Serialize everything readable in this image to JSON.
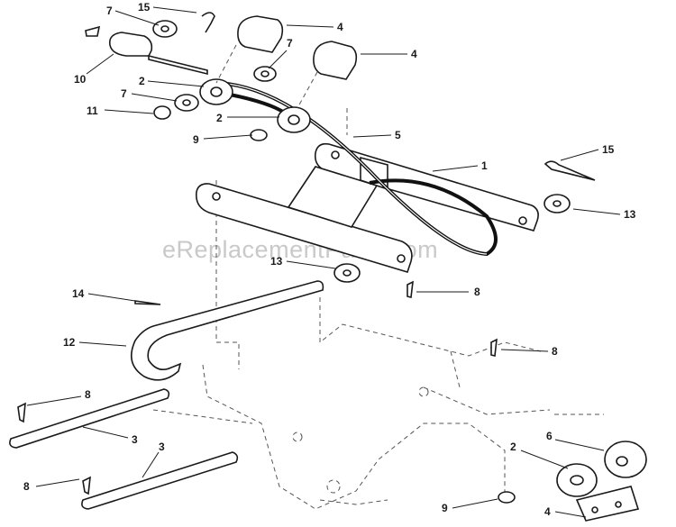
{
  "watermark": "eReplacementParts.com",
  "callouts": [
    {
      "key": "c15a",
      "label": "15"
    },
    {
      "key": "c7a",
      "label": "7"
    },
    {
      "key": "c4a",
      "label": "4"
    },
    {
      "key": "c7b",
      "label": "7"
    },
    {
      "key": "c4b",
      "label": "4"
    },
    {
      "key": "c10",
      "label": "10"
    },
    {
      "key": "c2a",
      "label": "2"
    },
    {
      "key": "c7c",
      "label": "7"
    },
    {
      "key": "c11",
      "label": "11"
    },
    {
      "key": "c2b",
      "label": "2"
    },
    {
      "key": "c9a",
      "label": "9"
    },
    {
      "key": "c5",
      "label": "5"
    },
    {
      "key": "c1",
      "label": "1"
    },
    {
      "key": "c15b",
      "label": "15"
    },
    {
      "key": "c13a",
      "label": "13"
    },
    {
      "key": "c13b",
      "label": "13"
    },
    {
      "key": "c8a",
      "label": "8"
    },
    {
      "key": "c14",
      "label": "14"
    },
    {
      "key": "c12",
      "label": "12"
    },
    {
      "key": "c8b",
      "label": "8"
    },
    {
      "key": "c8c",
      "label": "8"
    },
    {
      "key": "c3a",
      "label": "3"
    },
    {
      "key": "c3b",
      "label": "3"
    },
    {
      "key": "c8d",
      "label": "8"
    },
    {
      "key": "c6",
      "label": "6"
    },
    {
      "key": "c2c",
      "label": "2"
    },
    {
      "key": "c9b",
      "label": "9"
    },
    {
      "key": "c4c",
      "label": "4"
    }
  ]
}
